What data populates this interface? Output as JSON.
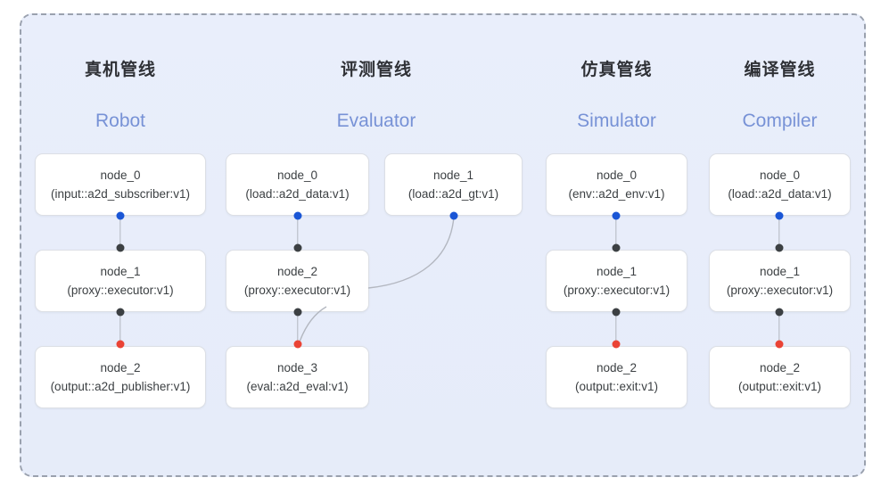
{
  "diagram": {
    "title_cn_1": "真机管线",
    "columns": [
      {
        "id": "robot",
        "title_cn": "真机管线",
        "title_en": "Robot",
        "nodes": [
          {
            "name": "node_0",
            "spec": "(input::a2d_subscriber:v1)"
          },
          {
            "name": "node_1",
            "spec": "(proxy::executor:v1)"
          },
          {
            "name": "node_2",
            "spec": "(output::a2d_publisher:v1)"
          }
        ]
      },
      {
        "id": "evaluator",
        "title_cn": "评测管线",
        "title_en": "Evaluator",
        "nodes": [
          {
            "name": "node_0",
            "spec": "(load::a2d_data:v1)"
          },
          {
            "name": "node_2",
            "spec": "(proxy::executor:v1)"
          },
          {
            "name": "node_3",
            "spec": "(eval::a2d_eval:v1)"
          }
        ],
        "side_nodes": [
          {
            "name": "node_1",
            "spec": "(load::a2d_gt:v1)"
          }
        ]
      },
      {
        "id": "simulator",
        "title_cn": "仿真管线",
        "title_en": "Simulator",
        "nodes": [
          {
            "name": "node_0",
            "spec": "(env::a2d_env:v1)"
          },
          {
            "name": "node_1",
            "spec": "(proxy::executor:v1)"
          },
          {
            "name": "node_2",
            "spec": "(output::exit:v1)"
          }
        ]
      },
      {
        "id": "compiler",
        "title_cn": "编译管线",
        "title_en": "Compiler",
        "nodes": [
          {
            "name": "node_0",
            "spec": "(load::a2d_data:v1)"
          },
          {
            "name": "node_1",
            "spec": "(proxy::executor:v1)"
          },
          {
            "name": "node_2",
            "spec": "(output::exit:v1)"
          }
        ]
      }
    ],
    "colors": {
      "port_output": "#1a56d6",
      "port_input": "#3c4043",
      "port_terminal": "#ea4335",
      "edge": "#b3b7c0",
      "panel_bg": "#e7edfa",
      "frame_border": "#9aa1ae",
      "title": "#2f3136",
      "subtitle": "#7792d6",
      "node_bg": "#ffffff",
      "node_border": "#dcdfe5"
    }
  }
}
